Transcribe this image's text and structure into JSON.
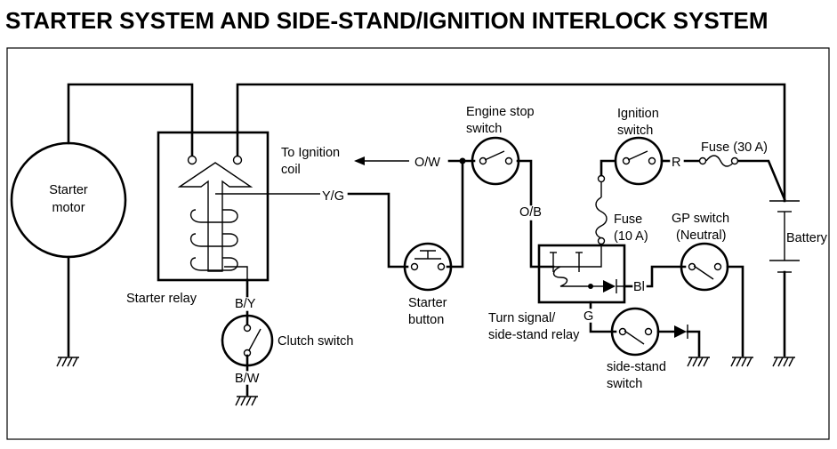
{
  "title": "STARTER SYSTEM AND SIDE-STAND/IGNITION INTERLOCK SYSTEM",
  "components": {
    "starter_motor": [
      "Starter",
      "motor"
    ],
    "starter_relay": "Starter relay",
    "clutch_switch": "Clutch switch",
    "to_ignition_coil": [
      "To Ignition",
      "coil"
    ],
    "starter_button": [
      "Starter",
      "button"
    ],
    "engine_stop_switch": [
      "Engine stop",
      "switch"
    ],
    "ignition_switch": [
      "Ignition",
      "switch"
    ],
    "fuse_30a": "Fuse (30 A)",
    "fuse_10a": [
      "Fuse",
      "(10 A)"
    ],
    "gp_switch": [
      "GP switch",
      "(Neutral)"
    ],
    "battery": "Battery",
    "turn_signal_relay": [
      "Turn signal/",
      "side-stand relay"
    ],
    "side_stand_switch": [
      "side-stand",
      "switch"
    ]
  },
  "wire_labels": {
    "ow": "O/W",
    "yg": "Y/G",
    "by": "B/Y",
    "bw": "B/W",
    "ob": "O/B",
    "r": "R",
    "bl": "Bl",
    "g": "G"
  }
}
